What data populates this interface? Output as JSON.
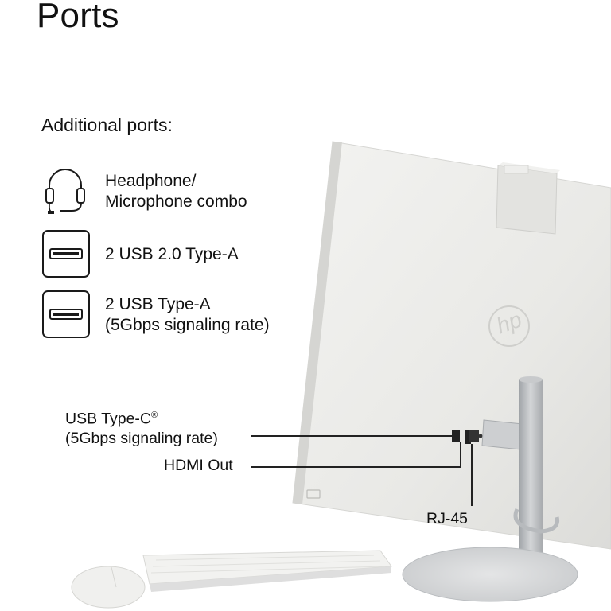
{
  "header": {
    "title": "Ports"
  },
  "section": {
    "subtitle": "Additional ports:"
  },
  "ports": [
    {
      "icon": "headphone-mic-icon",
      "line1": "Headphone/",
      "line2": "Microphone combo"
    },
    {
      "icon": "usb-a-icon",
      "line1": "2 USB 2.0 Type-A"
    },
    {
      "icon": "usb-a-icon",
      "line1": "2 USB Type-A",
      "line2": "(5Gbps signaling rate)"
    }
  ],
  "callouts": {
    "usbc_line1": "USB Type-C",
    "usbc_sup": "®",
    "usbc_line2": "(5Gbps signaling rate)",
    "hdmi": "HDMI Out",
    "rj45": "RJ-45"
  },
  "product": {
    "logo_text": "hp"
  },
  "colors": {
    "text": "#111111",
    "device": "#ececea",
    "stand": "#b9bcbf"
  }
}
